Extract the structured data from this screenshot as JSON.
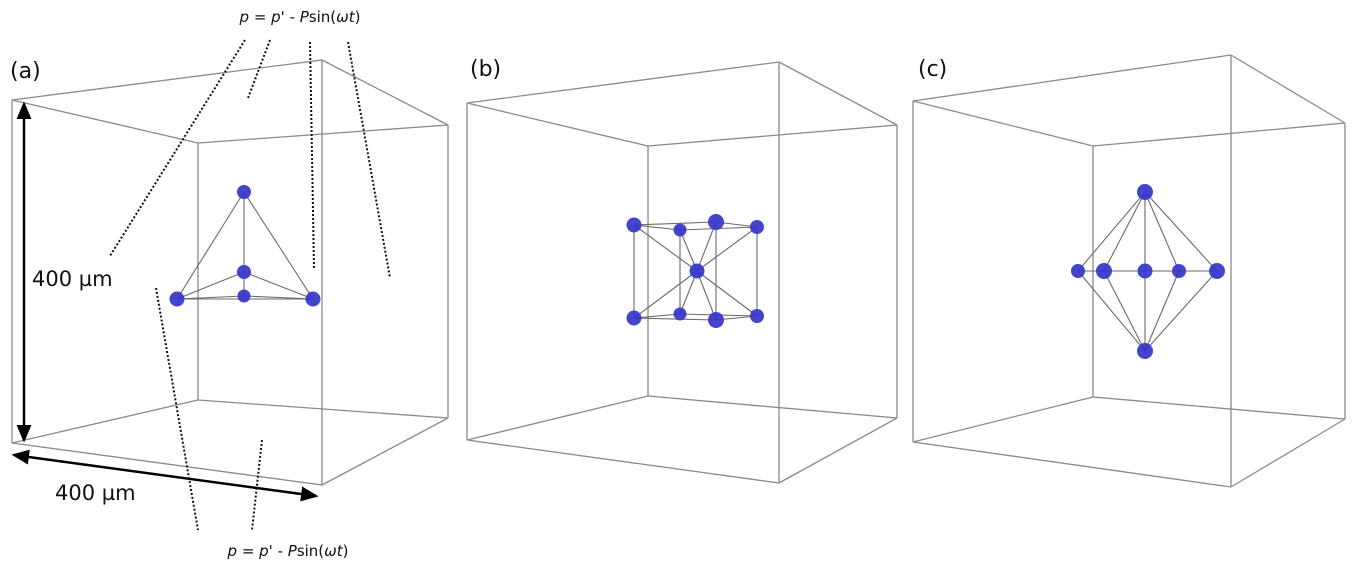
{
  "panels": [
    {
      "label": "(a)",
      "shape": "tetrahedral"
    },
    {
      "label": "(b)",
      "shape": "body-centred hexagonal prism"
    },
    {
      "label": "(c)",
      "shape": "bipyramid"
    }
  ],
  "dimensions": {
    "height_label": "400 µm",
    "width_label": "400 µm"
  },
  "boundary_condition": {
    "top": {
      "p1": "p",
      "eq": " = ",
      "p2": "p'",
      "minus": " - ",
      "P": "P",
      "sin": "sin(",
      "omega": "ω",
      "t": "t",
      "close": ")"
    },
    "bottom": {
      "p1": "p",
      "eq": " = ",
      "p2": "p'",
      "minus": " - ",
      "P": "P",
      "sin": "sin(",
      "omega": "ω",
      "t": "t",
      "close": ")"
    }
  },
  "colors": {
    "node": "#3434c8",
    "edge": "#8a8a8a"
  }
}
